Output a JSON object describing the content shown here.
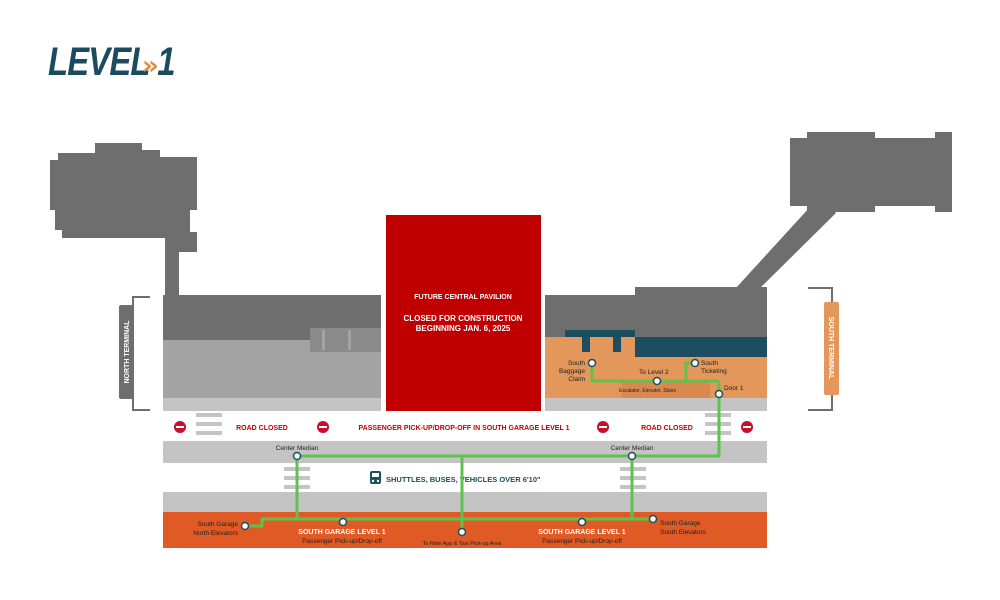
{
  "title": "LEVEL 1",
  "title_arrow": "»",
  "colors": {
    "building": "#6e6e6e",
    "building_light": "#a3a3a3",
    "road_gray": "#c4c4c4",
    "pavilion_red": "#c00000",
    "terminal_orange": "#e4975a",
    "garage_orange": "#e05a25",
    "teal": "#1b4e5f",
    "path_green": "#5dc34d",
    "no_entry_red": "#c8102e"
  },
  "side_labels": {
    "north_terminal": "NORTH TERMINAL",
    "south_terminal": "SOUTH TERMINAL"
  },
  "pavilion": {
    "line1": "FUTURE CENTRAL PAVILION",
    "line2": "CLOSED FOR CONSTRUCTION",
    "line3": "BEGINNING JAN. 6, 2025"
  },
  "road": {
    "closed_left": "ROAD CLOSED",
    "center": "PASSENGER PICK-UP/DROP-OFF IN SOUTH GARAGE LEVEL 1",
    "closed_right": "ROAD CLOSED",
    "shuttle_lane": "SHUTTLES, BUSES, VEHICLES OVER 6'10\""
  },
  "nodes": {
    "south_baggage_claim": [
      "South",
      "Baggage",
      "Claim"
    ],
    "to_level_2": "To Level 2",
    "escalator": "Escalator, Elevator, Stairs",
    "south_ticketing": [
      "South",
      "Ticketing"
    ],
    "door_1": "Door 1",
    "center_median_left": "Center Median",
    "center_median_right": "Center Median",
    "north_elevators": [
      "South Garage",
      "North Elevators"
    ],
    "garage_left_title": "SOUTH GARAGE LEVEL 1",
    "garage_left_sub": "Passenger Pick-up/Drop-off",
    "rideapp": "To Ride App & Taxi Pick-up Area",
    "garage_right_title": "SOUTH GARAGE LEVEL 1",
    "garage_right_sub": "Passenger Pick-up/Drop-off",
    "south_elevators": [
      "South Garage",
      "South Elevators"
    ]
  }
}
